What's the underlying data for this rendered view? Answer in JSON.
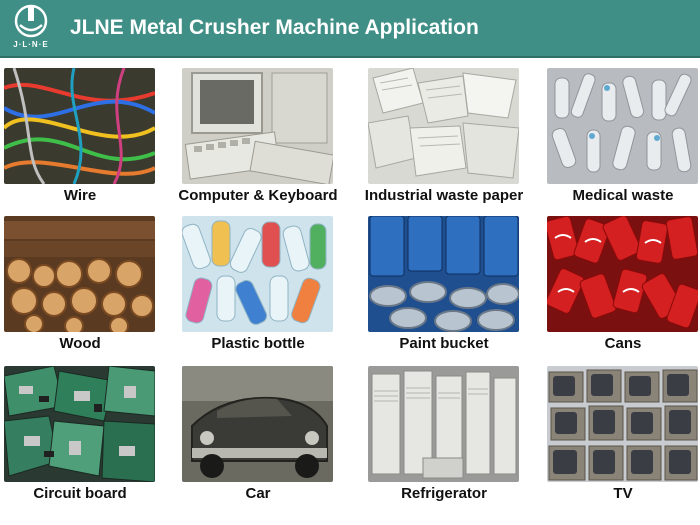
{
  "header": {
    "title": "JLNE Metal Crusher Machine Application",
    "logo_text": "J·L·N·E",
    "background": "#3f8f86"
  },
  "items": [
    {
      "label": "Wire"
    },
    {
      "label": "Computer & Keyboard"
    },
    {
      "label": "Industrial waste paper"
    },
    {
      "label": "Medical waste"
    },
    {
      "label": "Wood"
    },
    {
      "label": "Plastic bottle"
    },
    {
      "label": "Paint bucket"
    },
    {
      "label": "Cans"
    },
    {
      "label": "Circuit board"
    },
    {
      "label": "Car"
    },
    {
      "label": "Refrigerator"
    },
    {
      "label": "TV"
    }
  ]
}
